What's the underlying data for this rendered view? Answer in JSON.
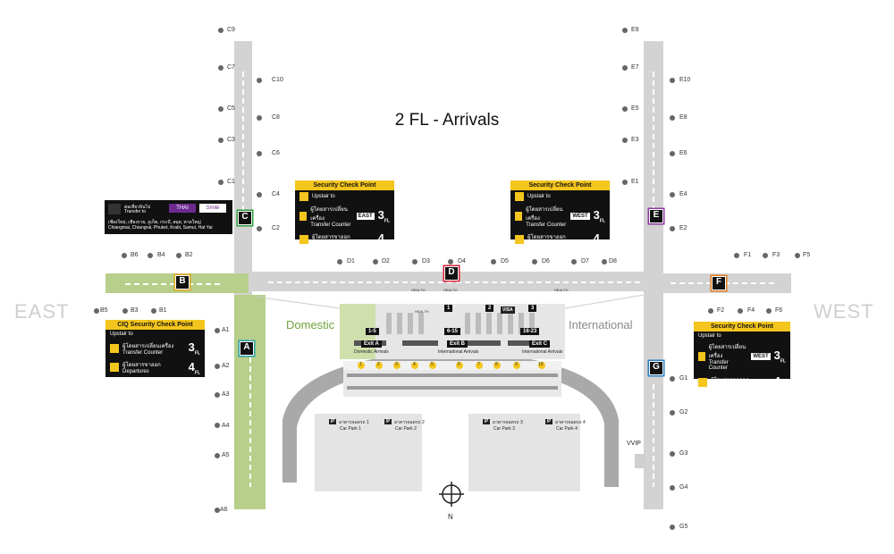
{
  "title": "2 FL - Arrivals",
  "sides": {
    "east": "EAST",
    "west": "WEST"
  },
  "zones": {
    "domestic": "Domestic",
    "international": "International"
  },
  "piers": {
    "a": "A",
    "b": "B",
    "c": "C",
    "d": "D",
    "e": "E",
    "f": "F",
    "g": "G"
  },
  "gates": {
    "c": [
      "C9",
      "C7",
      "C10",
      "C5",
      "C8",
      "C3",
      "C6",
      "C1",
      "C4",
      "C2"
    ],
    "a": [
      "A1",
      "A2",
      "A3",
      "A4",
      "A5",
      "A6"
    ],
    "b": [
      "B6",
      "B4",
      "B2",
      "B5",
      "B3",
      "B1"
    ],
    "d": [
      "D1",
      "D2",
      "D3",
      "D4",
      "D5",
      "D6",
      "D7",
      "D8"
    ],
    "e": [
      "E9",
      "E7",
      "E10",
      "E5",
      "E8",
      "E3",
      "E6",
      "E1",
      "E4",
      "E2"
    ],
    "f": [
      "F1",
      "F3",
      "F5",
      "F2",
      "F4",
      "F6"
    ],
    "g": [
      "G1",
      "G2",
      "G3",
      "G4",
      "G5"
    ]
  },
  "security_boxes": {
    "title": "Security Check Point",
    "ciq_title": "CIQ  Security Check Point",
    "upstair": "Upstair to",
    "transfer_th": "ผู้โดยสารเปลี่ยนเครื่อง",
    "transfer_en": "Transfer Counter",
    "departures_th": "ผู้โดยสารขาออก",
    "departures_en": "Departures",
    "east_badge": "EAST",
    "west_badge": "WEST",
    "floor3": "3",
    "floor4": "4",
    "fl": "FL"
  },
  "thai_box": {
    "line1": "ต่อเที่ยวบินไป",
    "line2": "Transfer to",
    "logo1": "THAI",
    "logo2": "Smile",
    "cities_th": "เชียงใหม่, เชียงราย, ภูเก็ต, กระบี่, สมุย, หาดใหญ่",
    "cities_en": "Chiangmai, Chiangrai, Phuket, Krabi, Samui, Hat Yai"
  },
  "belts": {
    "b1": "1-5",
    "b2": "6-15",
    "b3": "16-23",
    "b4": "1",
    "b5": "2",
    "b6": "3"
  },
  "exits": {
    "a": "Exit A",
    "b": "Exit B",
    "c": "Exit C",
    "domestic_arrivals": "Domestic  Arrivals",
    "international_arrivals": "International  Arrivals"
  },
  "visa": "VISA",
  "health_signs": [
    "HEALTH",
    "HEALTH",
    "HEALTH",
    "HEALTH"
  ],
  "door_numbers": [
    "1",
    "2",
    "3",
    "4",
    "5",
    "6",
    "7",
    "8",
    "9",
    "10"
  ],
  "car_parks": [
    {
      "p": "P",
      "th": "อาคารจอดรถ 1",
      "en": "Car Park 1"
    },
    {
      "p": "P",
      "th": "อาคารจอดรถ 2",
      "en": "Car Park 2"
    },
    {
      "p": "P",
      "th": "อาคารจอดรถ 3",
      "en": "Car Park 3"
    },
    {
      "p": "P",
      "th": "อาคารจอดรถ 4",
      "en": "Car Park 4"
    }
  ],
  "vvip": "VVIP",
  "north": "N",
  "colors": {
    "concourse": "#d3d3d3",
    "domestic_green": "#b7cf8a",
    "sec_yellow": "#f4c51c",
    "terminal": "#e9e9e9",
    "road": "#a9a9a9"
  }
}
